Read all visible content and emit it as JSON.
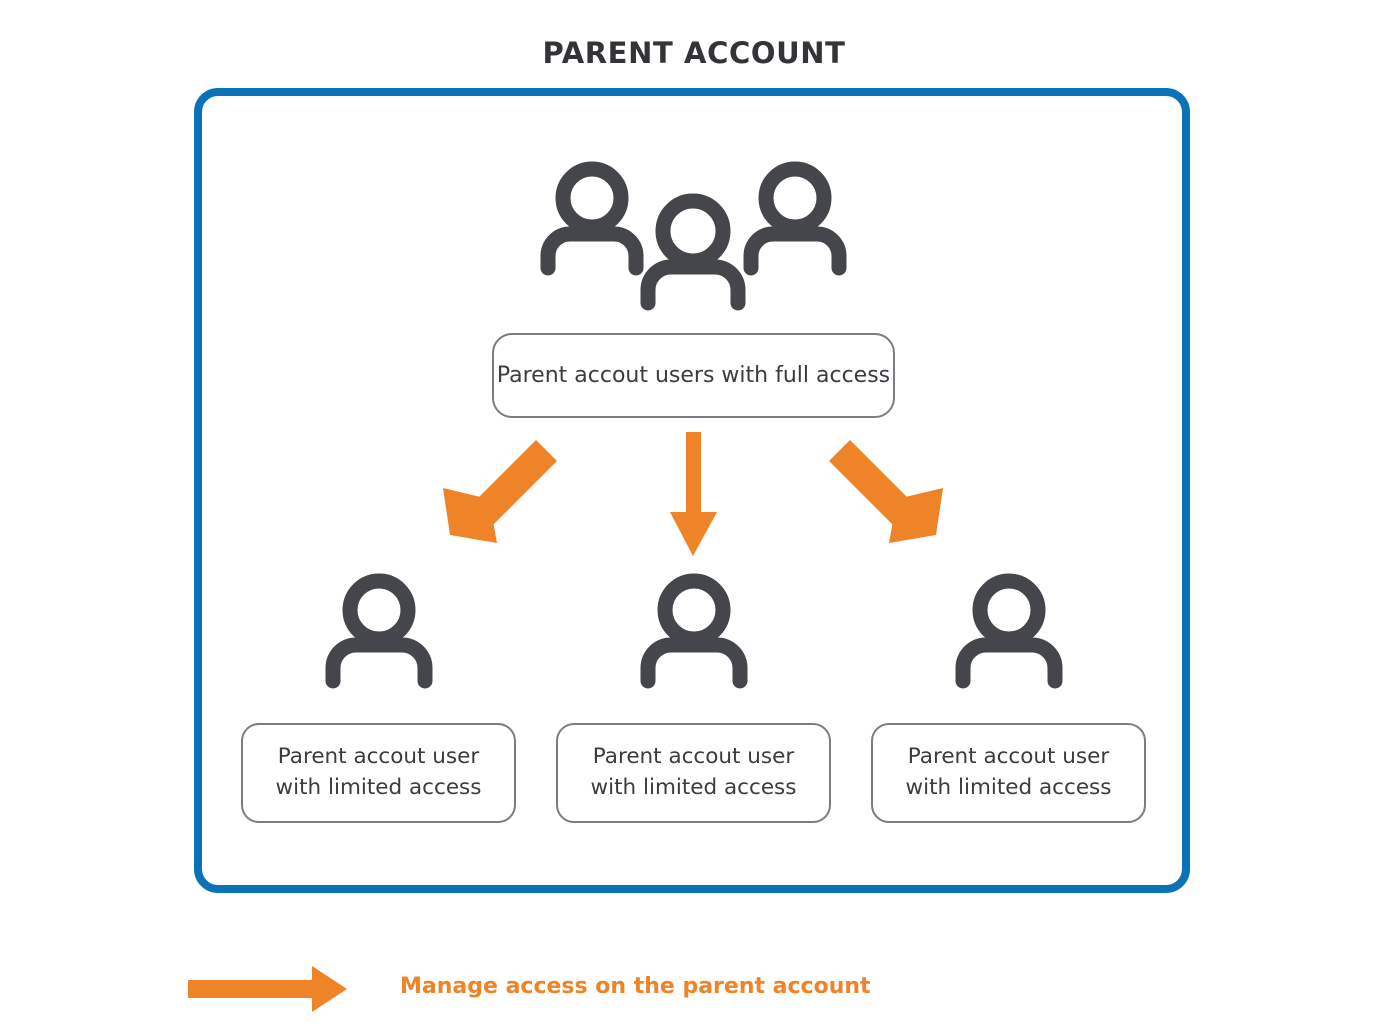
{
  "diagram": {
    "title": "PARENT ACCOUNT",
    "frame": {
      "name": "parent-account-frame",
      "border_color": "#0b72b8"
    },
    "top_node": {
      "icon": "group-of-users-icon",
      "label": "Parent accout users with full access"
    },
    "arrows": {
      "color": "#ef8327",
      "items": [
        {
          "name": "arrow-to-child-1",
          "direction": "down-left"
        },
        {
          "name": "arrow-to-child-2",
          "direction": "down"
        },
        {
          "name": "arrow-to-child-3",
          "direction": "down-right"
        }
      ]
    },
    "children": [
      {
        "icon": "single-user-icon",
        "line1": "Parent accout user",
        "line2": "with limited access"
      },
      {
        "icon": "single-user-icon",
        "line1": "Parent accout user",
        "line2": "with limited access"
      },
      {
        "icon": "single-user-icon",
        "line1": "Parent accout user",
        "line2": "with limited access"
      }
    ],
    "legend": {
      "arrow_icon": "right-arrow-icon",
      "arrow_color": "#ef8327",
      "text": "Manage access on the parent account"
    },
    "colors": {
      "blue": "#0b72b8",
      "orange": "#ef8327",
      "icon_gray": "#45464b",
      "box_border": "#7b7d84",
      "text_dark": "#3b3c40",
      "title": "#333437"
    }
  }
}
